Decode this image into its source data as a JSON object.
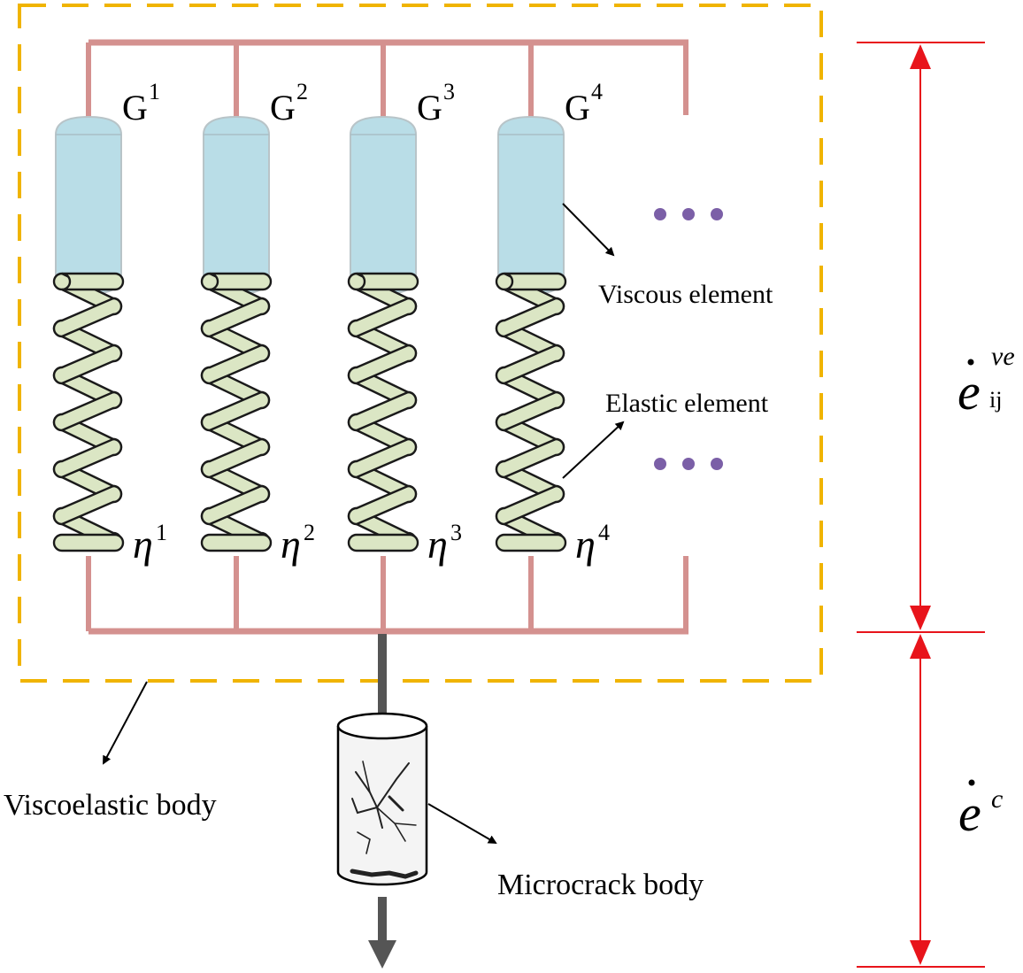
{
  "branches": [
    {
      "g_label": "G",
      "g_sup": "1",
      "eta_label": "η",
      "eta_sup": "1"
    },
    {
      "g_label": "G",
      "g_sup": "2",
      "eta_label": "η",
      "eta_sup": "2"
    },
    {
      "g_label": "G",
      "g_sup": "3",
      "eta_label": "η",
      "eta_sup": "3"
    },
    {
      "g_label": "G",
      "g_sup": "4",
      "eta_label": "η",
      "eta_sup": "4"
    }
  ],
  "labels": {
    "viscous": "Viscous element",
    "elastic": "Elastic element",
    "viscoelastic": "Viscoelastic body",
    "microcrack": "Microcrack body"
  },
  "strain": {
    "ve_base": "e",
    "ve_sup": "ve",
    "ve_sub": "ij",
    "c_base": "e",
    "c_sup": "c"
  },
  "colors": {
    "frame": "#d4918f",
    "dashed_box": "#f0b400",
    "dashpot_fill": "#b9dde7",
    "spring_fill": "#dbe6c4",
    "dots": "#7b5fa7",
    "dimension": "#e8141b",
    "rod": "#555555"
  }
}
